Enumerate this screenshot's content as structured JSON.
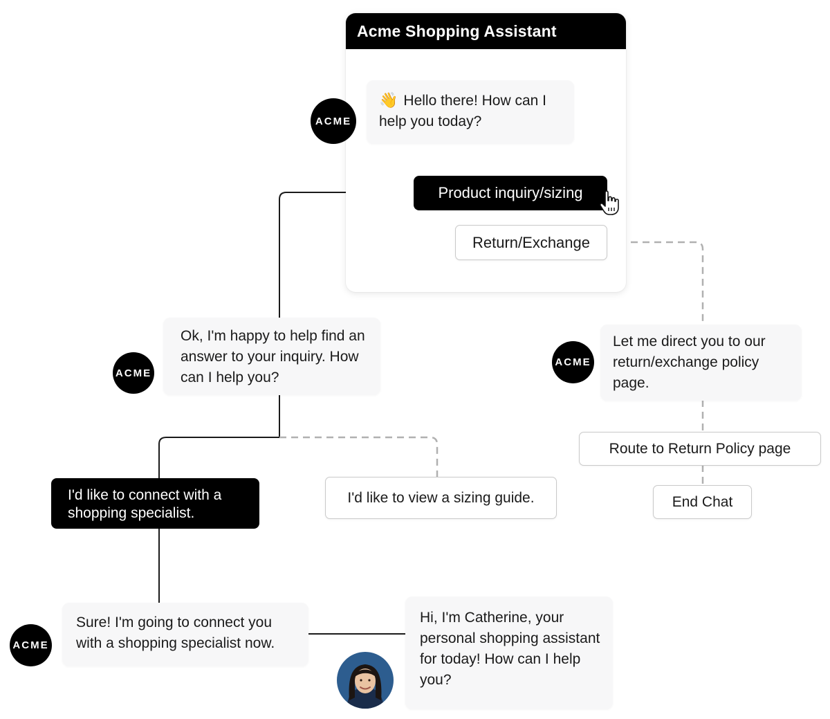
{
  "chat_window": {
    "title": "Acme Shopping Assistant",
    "greeting_emoji": "👋",
    "greeting": "Hello there! How can I help you today?",
    "option_product": "Product inquiry/sizing",
    "option_return": "Return/Exchange"
  },
  "brand_avatar_text": "ACME",
  "branch_product": {
    "bot_reply": "Ok, I'm happy to help find an answer to your inquiry. How can I help you?",
    "option_specialist": "I'd like to connect with a shopping specialist.",
    "option_sizing": "I'd like to view a sizing guide.",
    "bot_connect": "Sure! I'm going to connect you with a shopping specialist now.",
    "agent_intro": "Hi, I'm Catherine, your personal shopping assistant for today! How can I help you?"
  },
  "branch_return": {
    "bot_reply": "Let me direct you to our return/exchange policy page.",
    "action_route": "Route to Return Policy page",
    "action_end": "End Chat"
  },
  "colors": {
    "brand_dark": "#000000",
    "bubble_bg": "#f7f7f8",
    "connector_solid": "#1a1a1a",
    "connector_dashed": "#b0b0b0",
    "agent_avatar_bg": "#2d5d8f"
  }
}
